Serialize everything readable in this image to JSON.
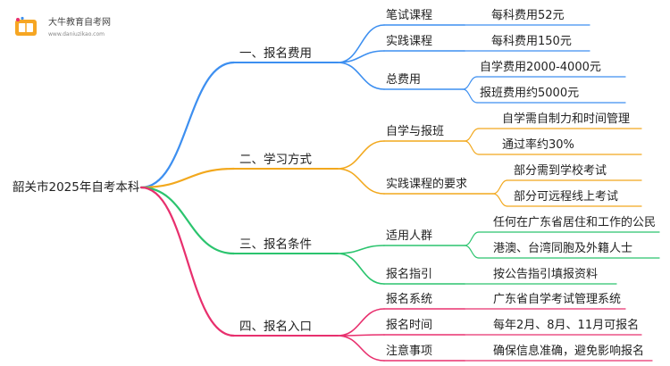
{
  "logo": {
    "title": "大牛教育自考网",
    "url": "www.daniuzikao.com"
  },
  "root": "韶关市2025年自考本科",
  "branches": [
    {
      "label": "一、报名费用",
      "color": "#3d8ff0",
      "children": [
        {
          "label": "笔试课程",
          "leaves": [
            "每科费用52元"
          ]
        },
        {
          "label": "实践课程",
          "leaves": [
            "每科费用150元"
          ]
        },
        {
          "label": "总费用",
          "leaves": [
            "自学费用2000-4000元",
            "报班费用约5000元"
          ]
        }
      ]
    },
    {
      "label": "二、学习方式",
      "color": "#f2a81d",
      "children": [
        {
          "label": "自学与报班",
          "leaves": [
            "自学需自制力和时间管理",
            "通过率约30%"
          ]
        },
        {
          "label": "实践课程的要求",
          "leaves": [
            "部分需到学校考试",
            "部分可远程线上考试"
          ]
        }
      ]
    },
    {
      "label": "三、报名条件",
      "color": "#2bc46e",
      "children": [
        {
          "label": "适用人群",
          "leaves": [
            "任何在广东省居住和工作的公民",
            "港澳、台湾同胞及外籍人士"
          ]
        },
        {
          "label": "报名指引",
          "leaves": [
            "按公告指引填报资料"
          ]
        }
      ]
    },
    {
      "label": "四、报名入口",
      "color": "#e8306e",
      "children": [
        {
          "label": "报名系统",
          "leaves": [
            "广东省自学考试管理系统"
          ]
        },
        {
          "label": "报名时间",
          "leaves": [
            "每年2月、8月、11月可报名"
          ]
        },
        {
          "label": "注意事项",
          "leaves": [
            "确保信息准确，避免影响报名"
          ]
        }
      ]
    }
  ]
}
